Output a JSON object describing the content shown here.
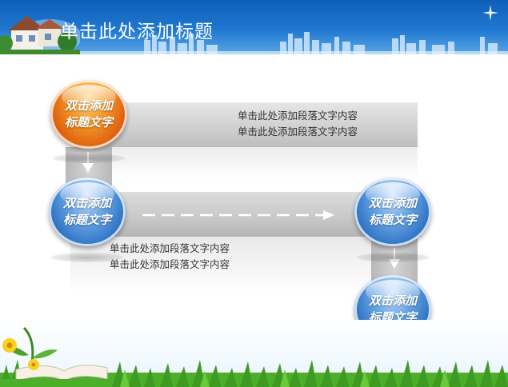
{
  "slide": {
    "title": "单击此处添加标题",
    "nodes": [
      {
        "id": "node-1",
        "line1": "双击添加",
        "line2": "标题文字",
        "color": "orange"
      },
      {
        "id": "node-2",
        "line1": "双击添加",
        "line2": "标题文字",
        "color": "blue"
      },
      {
        "id": "node-3",
        "line1": "双击添加",
        "line2": "标题文字",
        "color": "blue"
      },
      {
        "id": "node-4",
        "line1": "双击添加",
        "line2": "标题文字",
        "color": "blue"
      }
    ],
    "paragraph_top": {
      "line1": "单击此处添加段落文字内容",
      "line2": "单击此处添加段落文字内容"
    },
    "paragraph_mid": {
      "line1": "单击此处添加段落文字内容",
      "line2": "单击此处添加段落文字内容"
    }
  },
  "colors": {
    "header_blue": "#1f78d0",
    "node_orange": "#e0600e",
    "node_blue": "#2f73c4",
    "connector_grey": "#c8c8c8",
    "grass_green": "#4caf2a"
  },
  "icons": [
    "house-icon",
    "city-skyline-icon",
    "sparkle-icon",
    "down-arrow-icon",
    "dashed-right-arrow-icon",
    "grass-icon",
    "flower-icon",
    "open-book-icon"
  ]
}
